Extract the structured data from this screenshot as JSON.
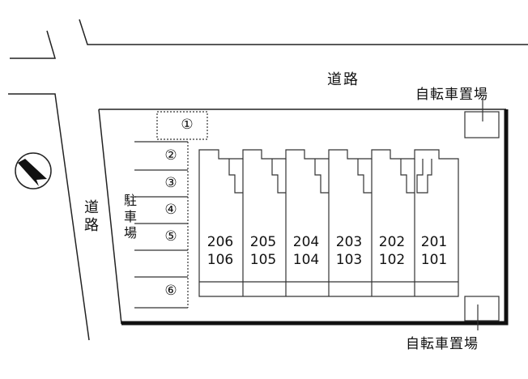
{
  "labels": {
    "road_top": "道路",
    "road_left": "道路",
    "parking": "駐車場",
    "bicycle_parking_top": "自転車置場",
    "bicycle_parking_bottom": "自転車置場"
  },
  "parking_slots": [
    "①",
    "②",
    "③",
    "④",
    "⑤",
    "⑥"
  ],
  "units": [
    {
      "upper": "206",
      "lower": "106"
    },
    {
      "upper": "205",
      "lower": "105"
    },
    {
      "upper": "204",
      "lower": "104"
    },
    {
      "upper": "203",
      "lower": "103"
    },
    {
      "upper": "202",
      "lower": "102"
    },
    {
      "upper": "201",
      "lower": "101"
    }
  ],
  "icons": {
    "compass": "north-arrow-icon"
  },
  "colors": {
    "line": "#111111",
    "background": "#ffffff"
  }
}
